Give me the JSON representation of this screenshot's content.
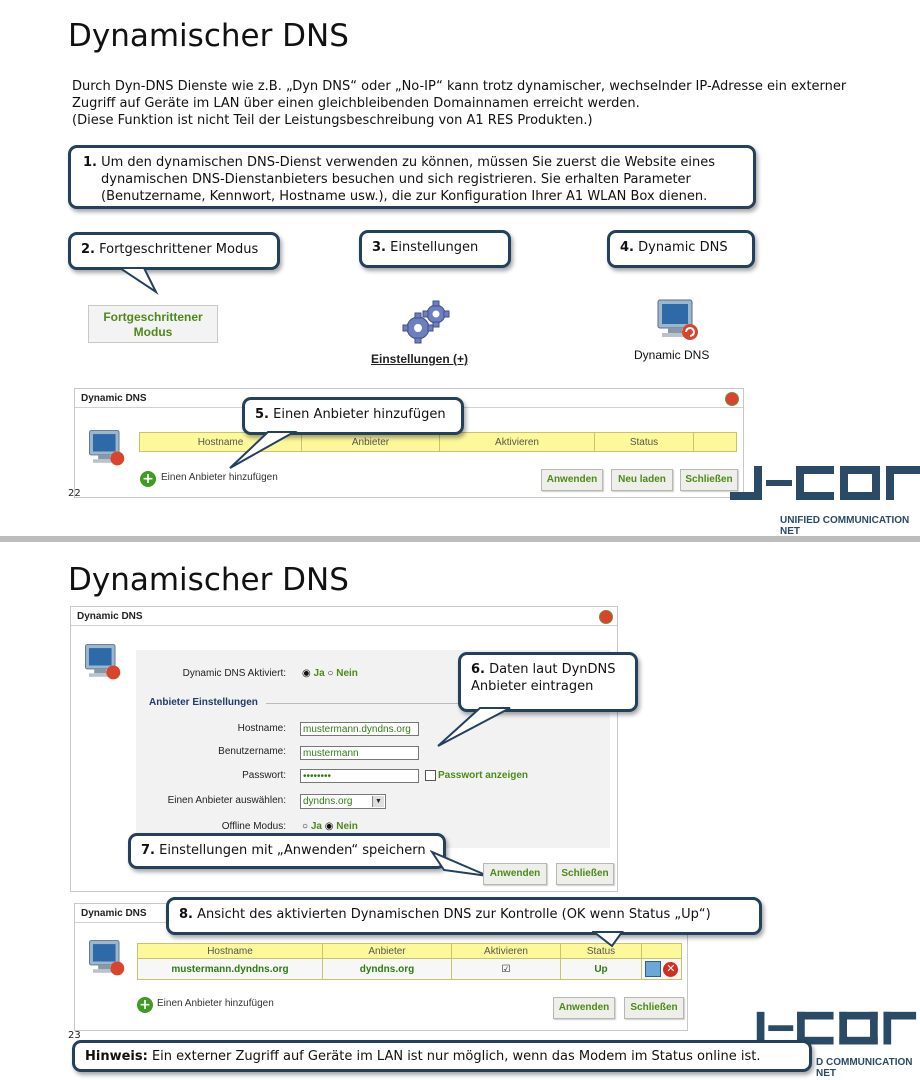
{
  "slide1": {
    "title": "Dynamischer DNS",
    "intro_line1": "Durch Dyn-DNS Dienste wie z.B. „Dyn DNS“ oder „No-IP“ kann trotz dynamischer, wechselnder IP-Adresse ein externer",
    "intro_line2": "Zugriff auf Geräte im LAN über einen gleichbleibenden Domainnamen erreicht  werden.",
    "intro_line3": "(Diese Funktion ist nicht Teil der Leistungsbeschreibung von A1 RES  Produkten.)",
    "step1_num": "1.",
    "step1_line1": " Um den dynamischen DNS-Dienst verwenden zu können, müssen Sie zuerst die Website eines",
    "step1_line2": "dynamischen DNS-Dienstanbieters besuchen und sich registrieren. Sie erhalten Parameter",
    "step1_line3": "(Benutzername, Kennwort, Hostname usw.), die zur Konfiguration Ihrer A1 WLAN Box  dienen.",
    "step2_num": "2.",
    "step2_text": " Fortgeschrittener Modus",
    "step3_num": "3.",
    "step3_text": " Einstellungen",
    "step4_num": "4.",
    "step4_text": " Dynamic DNS",
    "advanced_btn_line1": "Fortgeschrittener",
    "advanced_btn_line2": "Modus",
    "settings_link": "Einstellungen (+)",
    "ddns_icon_label": "Dynamic DNS",
    "panel_title": "Dynamic DNS",
    "step5_num": "5.",
    "step5_text": " Einen Anbieter hinzufügen",
    "table_headers": [
      "Hostname",
      "Anbieter",
      "Aktivieren",
      "Status",
      ""
    ],
    "add_provider": "Einen Anbieter hinzufügen",
    "btn_apply": "Anwenden",
    "btn_reload": "Neu laden",
    "btn_close": "Schließen",
    "page_number": "22",
    "logo_tagline": "UNIFIED COMMUNICATION NET"
  },
  "slide2": {
    "title": "Dynamischer DNS",
    "panel_title": "Dynamic DNS",
    "enabled_label": "Dynamic DNS Aktiviert:",
    "opt_yes": "Ja",
    "opt_no": "Nein",
    "section_label": "Anbieter Einstellungen",
    "hostname_label": "Hostname:",
    "hostname_value": "mustermann.dyndns.org",
    "username_label": "Benutzername:",
    "username_value": "mustermann",
    "password_label": "Passwort:",
    "password_value": "••••••••",
    "show_password": "Passwort anzeigen",
    "provider_label": "Einen Anbieter auswählen:",
    "provider_value": "dyndns.org",
    "offline_label": "Offline Modus:",
    "step6_num": "6.",
    "step6_line1": " Daten laut DynDNS",
    "step6_line2": "Anbieter eintragen",
    "step7_num": "7.",
    "step7_text": " Einstellungen mit „Anwenden“ speichern",
    "btn_apply": "Anwenden",
    "btn_close": "Schließen",
    "panel2_title": "Dynamic DNS",
    "step8_num": "8.",
    "step8_text": " Ansicht des aktivierten Dynamischen DNS  zur Kontrolle (OK wenn Status „Up“)",
    "table_headers": [
      "Hostname",
      "Anbieter",
      "Aktivieren",
      "Status",
      ""
    ],
    "row": {
      "hostname": "mustermann.dyndns.org",
      "provider": "dyndns.org",
      "active": "☑",
      "status": "Up"
    },
    "add_provider": "Einen Anbieter hinzufügen",
    "btn_apply2": "Anwenden",
    "btn_close2": "Schließen",
    "page_number": "23",
    "hint_label": "Hinweis:",
    "hint_text": "  Ein externer Zugriff auf Geräte im LAN ist nur möglich, wenn das Modem im Status online  ist.",
    "logo_tagline": "D COMMUNICATION NET"
  },
  "colors": {
    "callout_border": "#23405e",
    "green": "#4d8a17",
    "table_header": "#fdf89a",
    "logo_blue": "#2a4a66"
  },
  "icons": [
    "gear-icon",
    "monitor-icon",
    "plus-icon",
    "refresh-icon",
    "edit-icon",
    "delete-icon"
  ]
}
